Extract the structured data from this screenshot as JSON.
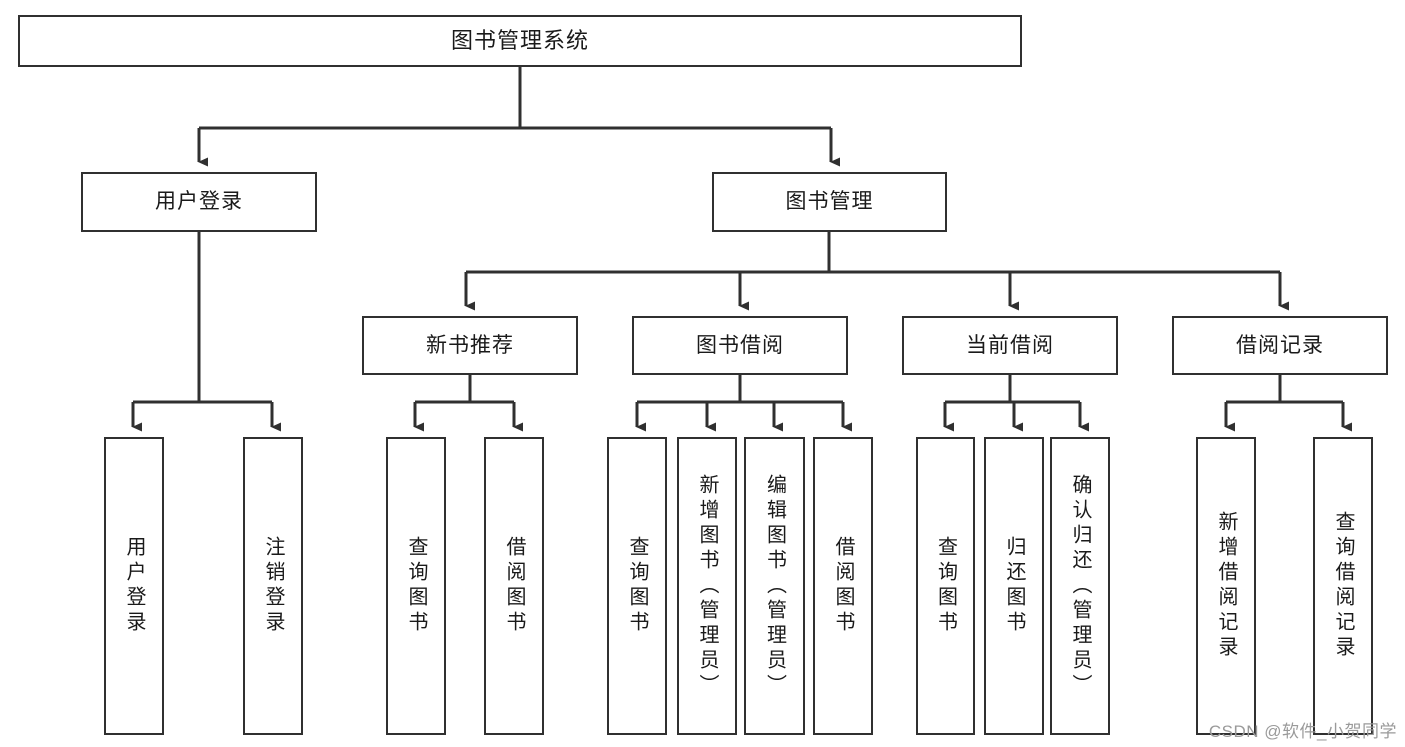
{
  "diagram": {
    "title": "图书管理系统",
    "type": "tree-hierarchy",
    "root": {
      "id": "root",
      "label": "图书管理系统"
    },
    "level2": [
      {
        "id": "user-login",
        "label": "用户登录"
      },
      {
        "id": "book-manage",
        "label": "图书管理"
      }
    ],
    "level3": [
      {
        "id": "new-book-recommend",
        "label": "新书推荐",
        "parent": "book-manage"
      },
      {
        "id": "book-borrow",
        "label": "图书借阅",
        "parent": "book-manage"
      },
      {
        "id": "current-borrow",
        "label": "当前借阅",
        "parent": "book-manage"
      },
      {
        "id": "borrow-record",
        "label": "借阅记录",
        "parent": "book-manage"
      }
    ],
    "leaves": {
      "user-login": [
        {
          "id": "leaf-user-login",
          "label": "用户登录"
        },
        {
          "id": "leaf-user-logout",
          "label": "注销登录"
        }
      ],
      "new-book-recommend": [
        {
          "id": "leaf-query-book-1",
          "label": "查询图书"
        },
        {
          "id": "leaf-borrow-book-1",
          "label": "借阅图书"
        }
      ],
      "book-borrow": [
        {
          "id": "leaf-query-book-2",
          "label": "查询图书"
        },
        {
          "id": "leaf-add-book",
          "label": "新增图书（管理员）"
        },
        {
          "id": "leaf-edit-book",
          "label": "编辑图书（管理员）"
        },
        {
          "id": "leaf-borrow-book-2",
          "label": "借阅图书"
        }
      ],
      "current-borrow": [
        {
          "id": "leaf-query-book-3",
          "label": "查询图书"
        },
        {
          "id": "leaf-return-book",
          "label": "归还图书"
        },
        {
          "id": "leaf-confirm-return",
          "label": "确认归还（管理员）"
        }
      ],
      "borrow-record": [
        {
          "id": "leaf-add-record",
          "label": "新增借阅记录"
        },
        {
          "id": "leaf-query-record",
          "label": "查询借阅记录"
        }
      ]
    }
  },
  "watermark": {
    "text": "CSDN @软件_小贺同学"
  },
  "colors": {
    "stroke": "#303030",
    "background": "#ffffff",
    "text": "#1a1a1a",
    "watermark": "#9a9a9a"
  }
}
